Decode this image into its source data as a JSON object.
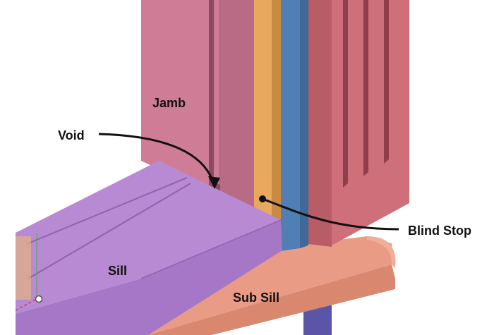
{
  "labels": {
    "jamb": "Jamb",
    "void": "Void",
    "sill": "Sill",
    "sub_sill": "Sub Sill",
    "blind_stop": "Blind Stop"
  },
  "colors": {
    "jamb": "#cf7d97",
    "jamb_dark": "#b96a84",
    "jamb_groove": "#8e4a63",
    "blind_stop": "#e8a85e",
    "blind_stop_edge": "#c98a44",
    "stop_blue": "#4f7fb3",
    "stop_blue_dark": "#3e6a99",
    "sash": "#cf6f79",
    "sash_side": "#b85d68",
    "sash_groove": "#8f3f4b",
    "sill_top": "#b88ad4",
    "sill_front": "#a676c7",
    "sill_edge": "#8f62b0",
    "sub_sill": "#e99b86",
    "sub_sill_dark": "#d9876f",
    "sub_sill_nose": "#f0ae9a",
    "lower_blue": "#5a55a8",
    "leader": "#111111"
  }
}
